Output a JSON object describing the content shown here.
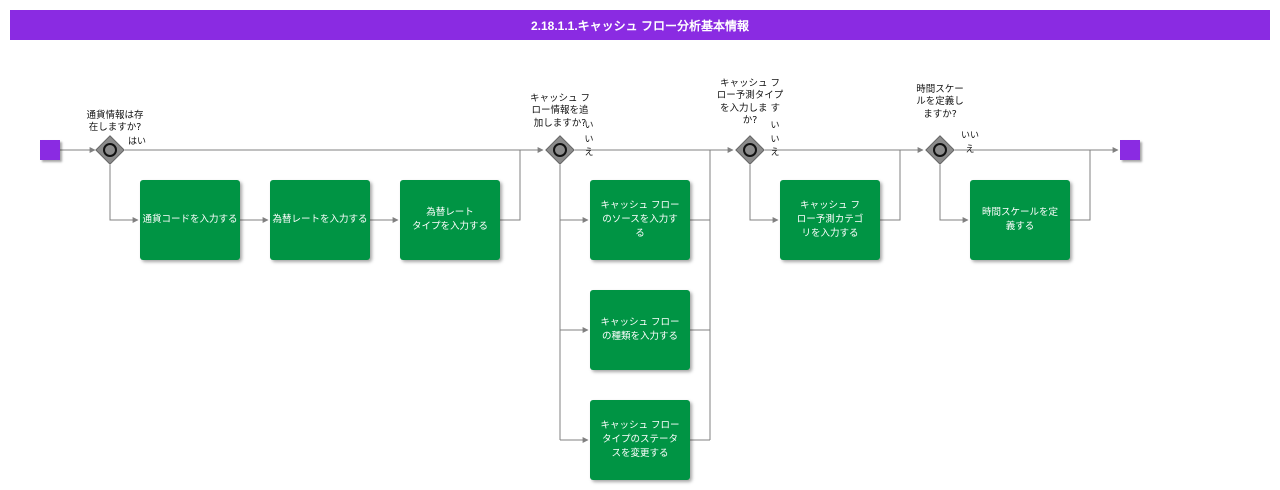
{
  "title": "2.18.1.1.キャッシュ フロー分析基本情報",
  "tasks": {
    "currency_code": "通貨コードを入力する",
    "exchange_rate": "為替レートを入力する",
    "rate_type": "為替レート\nタイプを入力する",
    "cf_source": "キャッシュ フロー\nのソースを入力す\nる",
    "cf_kind": "キャッシュ フロー\nの種類を入力する",
    "cf_type_status": "キャッシュ フロー\nタイプのステータ\nスを変更する",
    "cf_forecast_category": "キャッシュ フ\nロー予測カテゴ\nリを入力する",
    "time_scale": "時間スケールを定\n義する"
  },
  "gateways": {
    "g1": "通貨情報は存\n在しますか?",
    "g2": "キャッシュ フ\nロー情報を追\n加しますか?",
    "g3": "キャッシュ フ\nロー予測タイプ\nを入力しま す\nか?",
    "g4": "時間スケー\nルを定義し\nますか?"
  },
  "edge_labels": {
    "g1_yes": "はい",
    "g2_no": "いいえ",
    "g3_no": "いいえ",
    "g4_no": "いい\nえ"
  },
  "colors": {
    "title_bar": "#8a2be2",
    "task": "#009444",
    "terminal": "#8a2be2",
    "gateway": "#8c8c8c",
    "connector": "#808080"
  }
}
